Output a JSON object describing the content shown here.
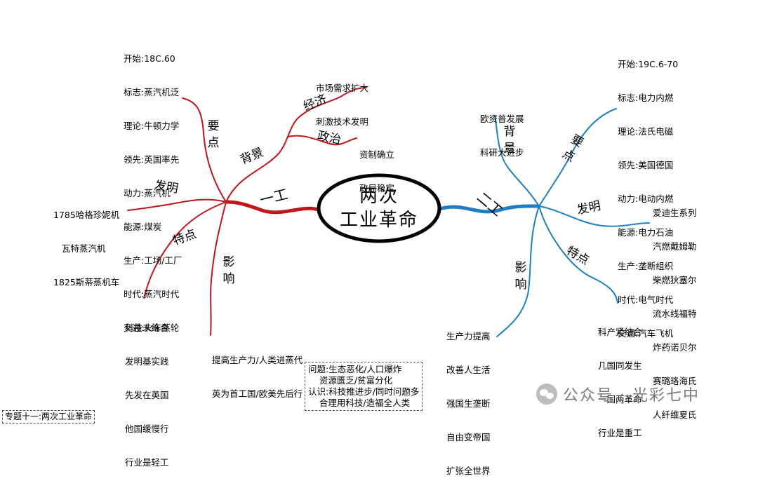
{
  "center": {
    "line1": "两次",
    "line2": "工业革命"
  },
  "left": {
    "branch": "一工",
    "yaodian": {
      "label": "要点",
      "items": [
        "开始:18C.60",
        "标志:蒸汽机泛",
        "理论:牛顿力学",
        "领先:英国率先",
        "动力:蒸汽机",
        "能源:煤炭",
        "生产:工场/工厂",
        "时代:蒸汽时代",
        "交通:火车蒸轮"
      ]
    },
    "beijing": {
      "label": "背景",
      "jingji": {
        "label": "经济",
        "items": [
          "市场需求扩大",
          "刺激技术发明"
        ]
      },
      "zhengzhi": {
        "label": "政治",
        "items": [
          "资制确立",
          "政局稳定"
        ]
      }
    },
    "faming": {
      "label": "发明",
      "items": [
        "1785哈格珍妮机",
        "瓦特蒸汽机",
        "1825斯蒂蒸机车"
      ]
    },
    "tedian": {
      "label": "特点",
      "items": [
        "科技未结合",
        "发明基实践",
        "先发在英国",
        "他国缓慢行",
        "行业是轻工"
      ]
    },
    "yingxiang": {
      "label": "影响",
      "items": [
        "提高生产力/人类进蒸代",
        "英为首工国/欧美先后行"
      ]
    }
  },
  "right": {
    "branch": "二工",
    "beijing": {
      "label": "背景",
      "items": [
        "欧资普发展",
        "科研大进步"
      ]
    },
    "yaodian": {
      "label": "要点",
      "items": [
        "开始:19C.6-70",
        "标志:电力内燃",
        "理论:法氏电磁",
        "领先:美国德国",
        "动力:电动内燃",
        "能源:电力石油",
        "生产:垄断组织",
        "时代:电气时代",
        "交通:汽车飞机"
      ]
    },
    "faming": {
      "label": "发明",
      "items": [
        "爱迪生系列",
        "汽燃戴姆勒",
        "柴燃狄塞尔",
        "流水线福特",
        "炸药诺贝尔",
        "赛璐珞海氏",
        "人纤维夏氏"
      ]
    },
    "tedian": {
      "label": "特点",
      "items": [
        "科产紧结合",
        "几国同发生",
        "一国两革命",
        "行业是重工"
      ]
    },
    "yingxiang": {
      "label": "影响",
      "items": [
        "生产力提高",
        "改善人生活",
        "强国生垄断",
        "自由变帝国",
        "扩张全世界"
      ]
    }
  },
  "summary": {
    "items": [
      "问题:生态恶化/人口爆炸",
      "    资源匮乏/贫富分化",
      "认识:科技推进步/同时问题多",
      "    合理用科技/造福全人类"
    ]
  },
  "footer": "专题十一:两次工业革命",
  "watermark": "公众号 · 光彩七中",
  "colors": {
    "left": "#c0161b",
    "right": "#1f7fc2",
    "center_border": "#000000"
  }
}
